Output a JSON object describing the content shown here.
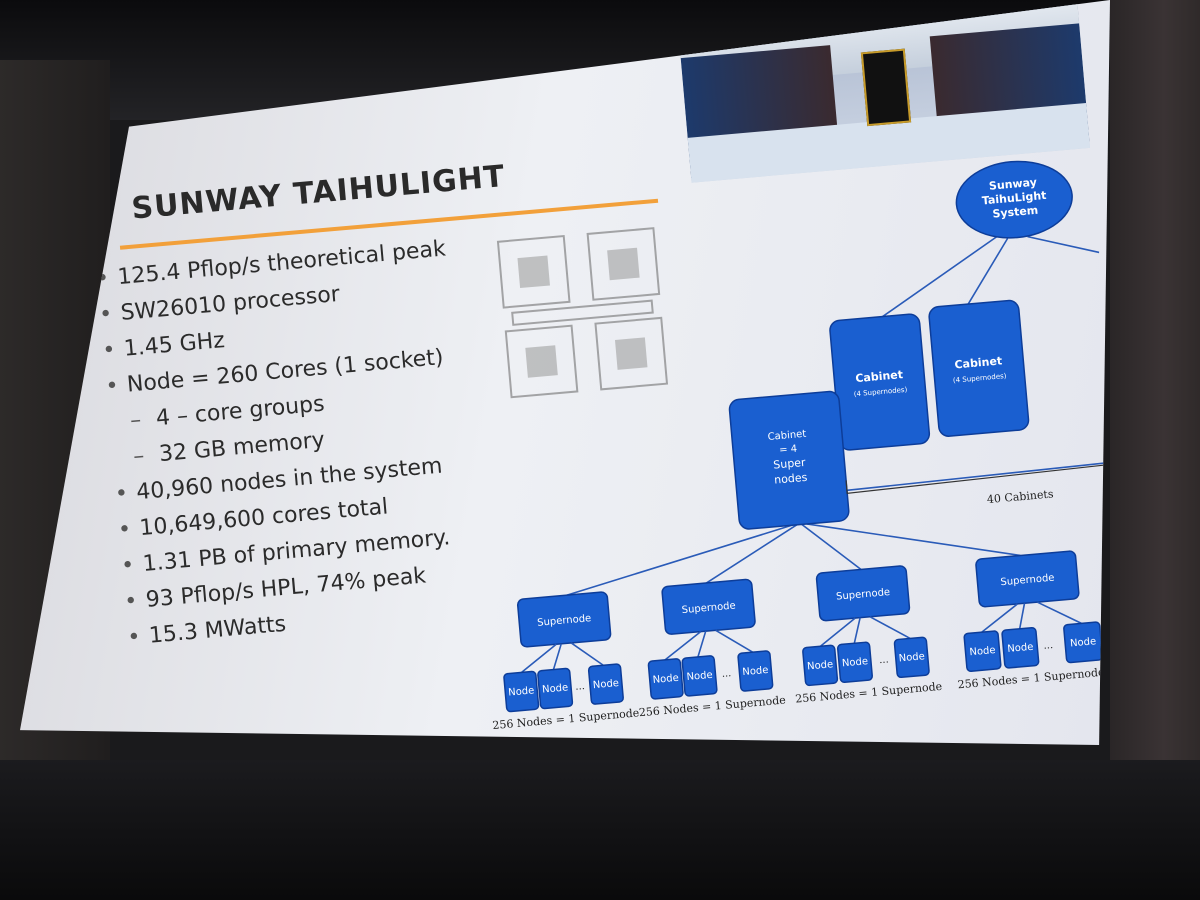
{
  "slide": {
    "title": "SUNWAY TAIHULIGHT",
    "bullets": [
      {
        "text": "125.4 Pflop/s theoretical peak",
        "level": 1
      },
      {
        "text": "SW26010 processor",
        "level": 1
      },
      {
        "text": "1.45 GHz",
        "level": 1
      },
      {
        "text": "Node = 260 Cores (1 socket)",
        "level": 1
      },
      {
        "text": "4 – core groups",
        "level": 2
      },
      {
        "text": "32 GB memory",
        "level": 2
      },
      {
        "text": "40,960 nodes in the system",
        "level": 1
      },
      {
        "text": "10,649,600 cores total",
        "level": 1
      },
      {
        "text": "1.31 PB of primary memory.",
        "level": 1
      },
      {
        "text": "93 Pflop/s HPL, 74% peak",
        "level": 1
      },
      {
        "text": "15.3 MWatts",
        "level": 1
      }
    ]
  },
  "diagram": {
    "system": "Sunway TaihuLight System",
    "system_lines": [
      "Sunway",
      "TaihuLight",
      "System"
    ],
    "cabinet_main_lines": [
      "Cabinet",
      "= 4",
      "Super",
      "nodes"
    ],
    "cabinet_label": "Cabinet",
    "cabinet_sub": "(4 Supernodes)",
    "cabinets_count_label": "40 Cabinets",
    "supernode_label": "Supernode",
    "node_label": "Node",
    "ellipsis": "...",
    "group_caption": "256 Nodes = 1 Supernode"
  },
  "colors": {
    "diagram_blue": "#1a5fd0",
    "title_underline": "#f2a03a"
  }
}
